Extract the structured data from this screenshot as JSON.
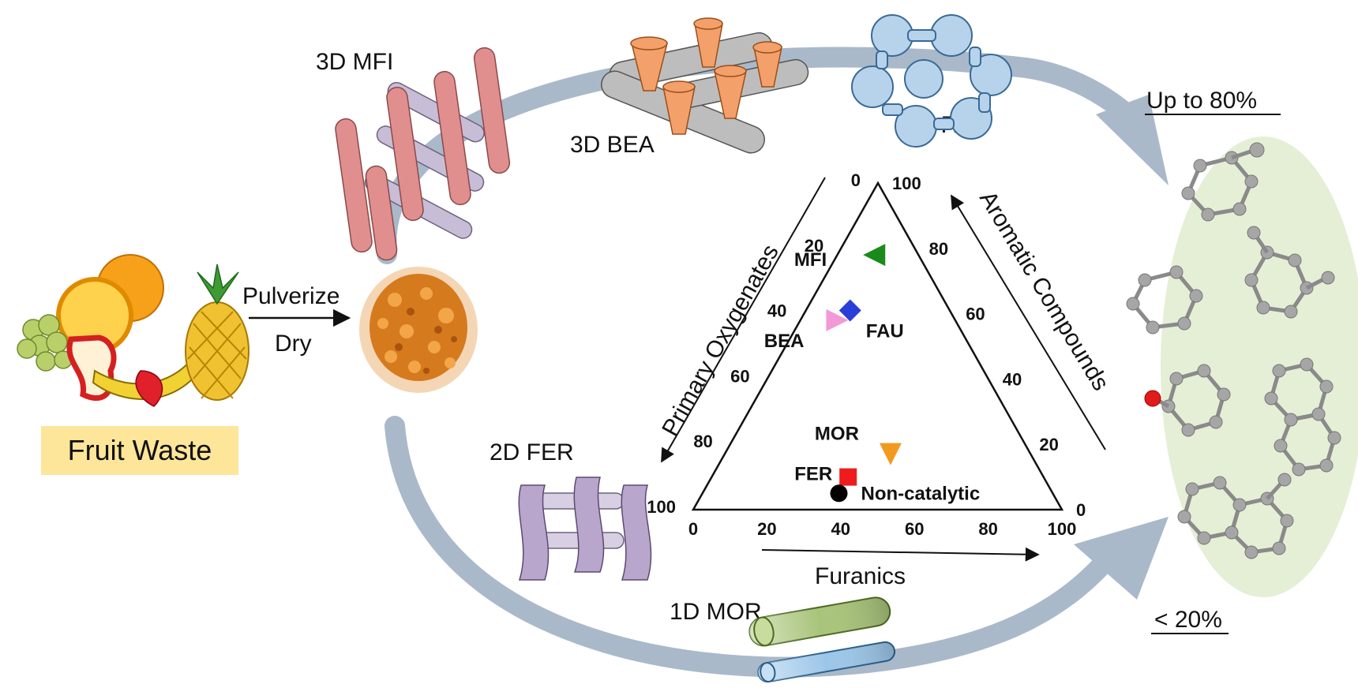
{
  "fruit_waste": {
    "label": "Fruit Waste",
    "box_color": "#fde59a"
  },
  "process": {
    "step1": "Pulverize",
    "step2": "Dry"
  },
  "zeolites": {
    "mfi": "3D MFI",
    "bea": "3D BEA",
    "fau": "3D FAU",
    "fer": "2D FER",
    "mor": "1D MOR"
  },
  "yields": {
    "high": "Up to 80%",
    "low": "< 20%"
  },
  "colors": {
    "arrow": "#a9b9c9",
    "mfi": "#e08e8e",
    "mfi_cross": "#c8bdd6",
    "bea_orange": "#f3a06b",
    "bea_grey": "#bdbdbd",
    "fau": "#b7d3ec",
    "fer": "#b9a6cc",
    "mor_green": "#a8c47a",
    "mor_blue": "#9cc6e8",
    "product_bg": "#e4efd6",
    "atom": "#a6a6a6",
    "oxygen": "#e01b1b"
  },
  "chart_data": {
    "type": "ternary",
    "axes": {
      "left": {
        "label": "Primary Oxygenates",
        "ticks": [
          "0",
          "20",
          "40",
          "60",
          "80",
          "100"
        ]
      },
      "right": {
        "label": "Aromatic Compounds",
        "ticks": [
          "0",
          "20",
          "40",
          "60",
          "80",
          "100"
        ]
      },
      "bottom": {
        "label": "Furanics",
        "ticks": [
          "0",
          "20",
          "40",
          "60",
          "80",
          "100"
        ]
      }
    },
    "range": [
      0,
      100
    ],
    "points": [
      {
        "label": "MFI",
        "furanics": 10,
        "aromatics": 78,
        "oxygenates": 12,
        "marker": "triangle-left",
        "color": "#1a8a1a"
      },
      {
        "label": "BEA",
        "furanics": 10,
        "aromatics": 58,
        "oxygenates": 32,
        "marker": "triangle-right",
        "color": "#f19ad7"
      },
      {
        "label": "FAU",
        "furanics": 12,
        "aromatics": 61,
        "oxygenates": 27,
        "marker": "diamond",
        "color": "#2a3fd8"
      },
      {
        "label": "MOR",
        "furanics": 45,
        "aromatics": 17,
        "oxygenates": 38,
        "marker": "triangle-down",
        "color": "#f39a1e"
      },
      {
        "label": "FER",
        "furanics": 37,
        "aromatics": 10,
        "oxygenates": 53,
        "marker": "square",
        "color": "#ee1c1c"
      },
      {
        "label": "Non-catalytic",
        "furanics": 37,
        "aromatics": 5,
        "oxygenates": 58,
        "marker": "circle",
        "color": "#000000"
      }
    ]
  }
}
